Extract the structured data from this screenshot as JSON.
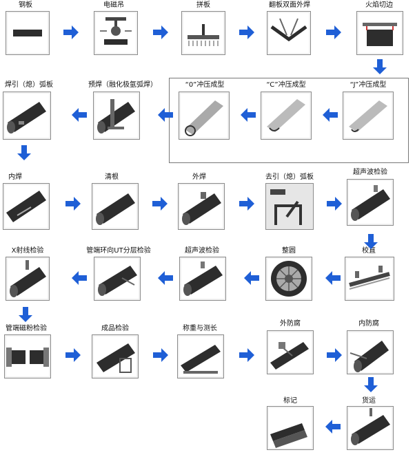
{
  "steps": {
    "s1": "钢板",
    "s2": "电磁吊",
    "s3": "拼板",
    "s4": "翻板双面外焊",
    "s5": "火焰切边",
    "s6": "焊引（熄）弧板",
    "s7": "预焊（融化极氩弧焊）",
    "s8": "“0”冲压成型",
    "s9": "“C”冲压成型",
    "s10": "“J”冲压成型",
    "s11": "内焊",
    "s12": "清根",
    "s13": "外焊",
    "s14": "去引（熄）弧板",
    "s15": "超声波检验",
    "s16": "X射线检验",
    "s17": "管端环向UT分层检验",
    "s18": "超声波检验",
    "s19": "整圆",
    "s20": "校直",
    "s21": "管端磁粉检验",
    "s22": "成品检验",
    "s23": "称重与测长",
    "s24": "外防腐",
    "s25": "内防腐",
    "s26": "标记",
    "s27": "货运"
  },
  "colors": {
    "arrow": "#1f5fd6",
    "border": "#8a8a8a",
    "pipe": "#2d2d2d"
  }
}
